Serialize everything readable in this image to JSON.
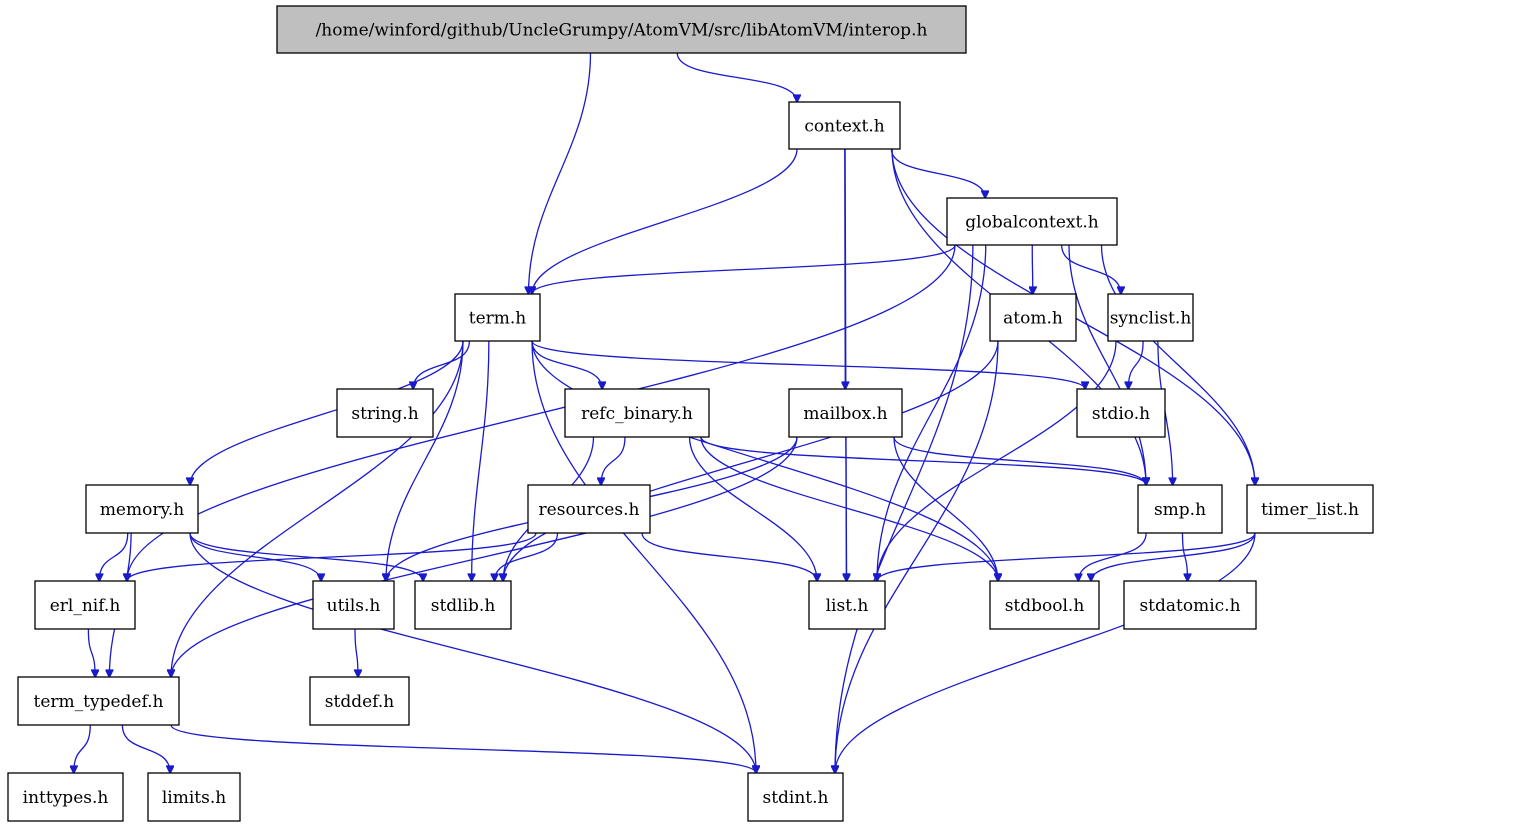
{
  "diagram": {
    "root": "/home/winford/github/UncleGrumpy/AtomVM/src/libAtomVM/interop.h",
    "nodes": [
      {
        "id": "interop",
        "label": "/home/winford/github/UncleGrumpy/AtomVM/src/libAtomVM/interop.h"
      },
      {
        "id": "context",
        "label": "context.h"
      },
      {
        "id": "globalcontext",
        "label": "globalcontext.h"
      },
      {
        "id": "term",
        "label": "term.h"
      },
      {
        "id": "atom",
        "label": "atom.h"
      },
      {
        "id": "synclist",
        "label": "synclist.h"
      },
      {
        "id": "string",
        "label": "string.h"
      },
      {
        "id": "refc_binary",
        "label": "refc_binary.h"
      },
      {
        "id": "mailbox",
        "label": "mailbox.h"
      },
      {
        "id": "stdio",
        "label": "stdio.h"
      },
      {
        "id": "memory",
        "label": "memory.h"
      },
      {
        "id": "resources",
        "label": "resources.h"
      },
      {
        "id": "smp",
        "label": "smp.h"
      },
      {
        "id": "timer_list",
        "label": "timer_list.h"
      },
      {
        "id": "erl_nif",
        "label": "erl_nif.h"
      },
      {
        "id": "utils",
        "label": "utils.h"
      },
      {
        "id": "stdlib",
        "label": "stdlib.h"
      },
      {
        "id": "list",
        "label": "list.h"
      },
      {
        "id": "stdbool",
        "label": "stdbool.h"
      },
      {
        "id": "stdatomic",
        "label": "stdatomic.h"
      },
      {
        "id": "term_typedef",
        "label": "term_typedef.h"
      },
      {
        "id": "stddef",
        "label": "stddef.h"
      },
      {
        "id": "inttypes",
        "label": "inttypes.h"
      },
      {
        "id": "limits",
        "label": "limits.h"
      },
      {
        "id": "stdint",
        "label": "stdint.h"
      }
    ],
    "edges": [
      {
        "from": "interop",
        "to": "context"
      },
      {
        "from": "interop",
        "to": "term"
      },
      {
        "from": "context",
        "to": "globalcontext"
      },
      {
        "from": "context",
        "to": "term"
      },
      {
        "from": "context",
        "to": "mailbox"
      },
      {
        "from": "context",
        "to": "list"
      },
      {
        "from": "context",
        "to": "smp"
      },
      {
        "from": "context",
        "to": "timer_list"
      },
      {
        "from": "globalcontext",
        "to": "term"
      },
      {
        "from": "globalcontext",
        "to": "atom"
      },
      {
        "from": "globalcontext",
        "to": "synclist"
      },
      {
        "from": "globalcontext",
        "to": "erl_nif"
      },
      {
        "from": "globalcontext",
        "to": "list"
      },
      {
        "from": "globalcontext",
        "to": "smp"
      },
      {
        "from": "globalcontext",
        "to": "timer_list"
      },
      {
        "from": "globalcontext",
        "to": "stdint"
      },
      {
        "from": "term",
        "to": "string"
      },
      {
        "from": "term",
        "to": "refc_binary"
      },
      {
        "from": "term",
        "to": "memory"
      },
      {
        "from": "term",
        "to": "stdio"
      },
      {
        "from": "term",
        "to": "utils"
      },
      {
        "from": "term",
        "to": "stdlib"
      },
      {
        "from": "term",
        "to": "stdbool"
      },
      {
        "from": "term",
        "to": "term_typedef"
      },
      {
        "from": "term",
        "to": "stdint"
      },
      {
        "from": "atom",
        "to": "stdlib"
      },
      {
        "from": "atom",
        "to": "stdint"
      },
      {
        "from": "synclist",
        "to": "stdio"
      },
      {
        "from": "synclist",
        "to": "smp"
      },
      {
        "from": "synclist",
        "to": "list"
      },
      {
        "from": "refc_binary",
        "to": "resources"
      },
      {
        "from": "refc_binary",
        "to": "stdlib"
      },
      {
        "from": "refc_binary",
        "to": "list"
      },
      {
        "from": "refc_binary",
        "to": "stdbool"
      },
      {
        "from": "refc_binary",
        "to": "smp"
      },
      {
        "from": "mailbox",
        "to": "list"
      },
      {
        "from": "mailbox",
        "to": "smp"
      },
      {
        "from": "mailbox",
        "to": "stdbool"
      },
      {
        "from": "mailbox",
        "to": "utils"
      },
      {
        "from": "mailbox",
        "to": "term_typedef"
      },
      {
        "from": "memory",
        "to": "erl_nif"
      },
      {
        "from": "memory",
        "to": "utils"
      },
      {
        "from": "memory",
        "to": "stdlib"
      },
      {
        "from": "memory",
        "to": "term_typedef"
      },
      {
        "from": "memory",
        "to": "stdint"
      },
      {
        "from": "resources",
        "to": "erl_nif"
      },
      {
        "from": "resources",
        "to": "stdlib"
      },
      {
        "from": "resources",
        "to": "list"
      },
      {
        "from": "smp",
        "to": "stdbool"
      },
      {
        "from": "smp",
        "to": "stdatomic"
      },
      {
        "from": "timer_list",
        "to": "list"
      },
      {
        "from": "timer_list",
        "to": "stdbool"
      },
      {
        "from": "timer_list",
        "to": "stdint"
      },
      {
        "from": "erl_nif",
        "to": "term_typedef"
      },
      {
        "from": "utils",
        "to": "stddef"
      },
      {
        "from": "term_typedef",
        "to": "inttypes"
      },
      {
        "from": "term_typedef",
        "to": "limits"
      },
      {
        "from": "term_typedef",
        "to": "stdint"
      }
    ]
  },
  "colors": {
    "edge": "#1a1acd",
    "node_border": "#000000",
    "node_fill": "#ffffff",
    "root_fill": "#bfbfbf"
  }
}
